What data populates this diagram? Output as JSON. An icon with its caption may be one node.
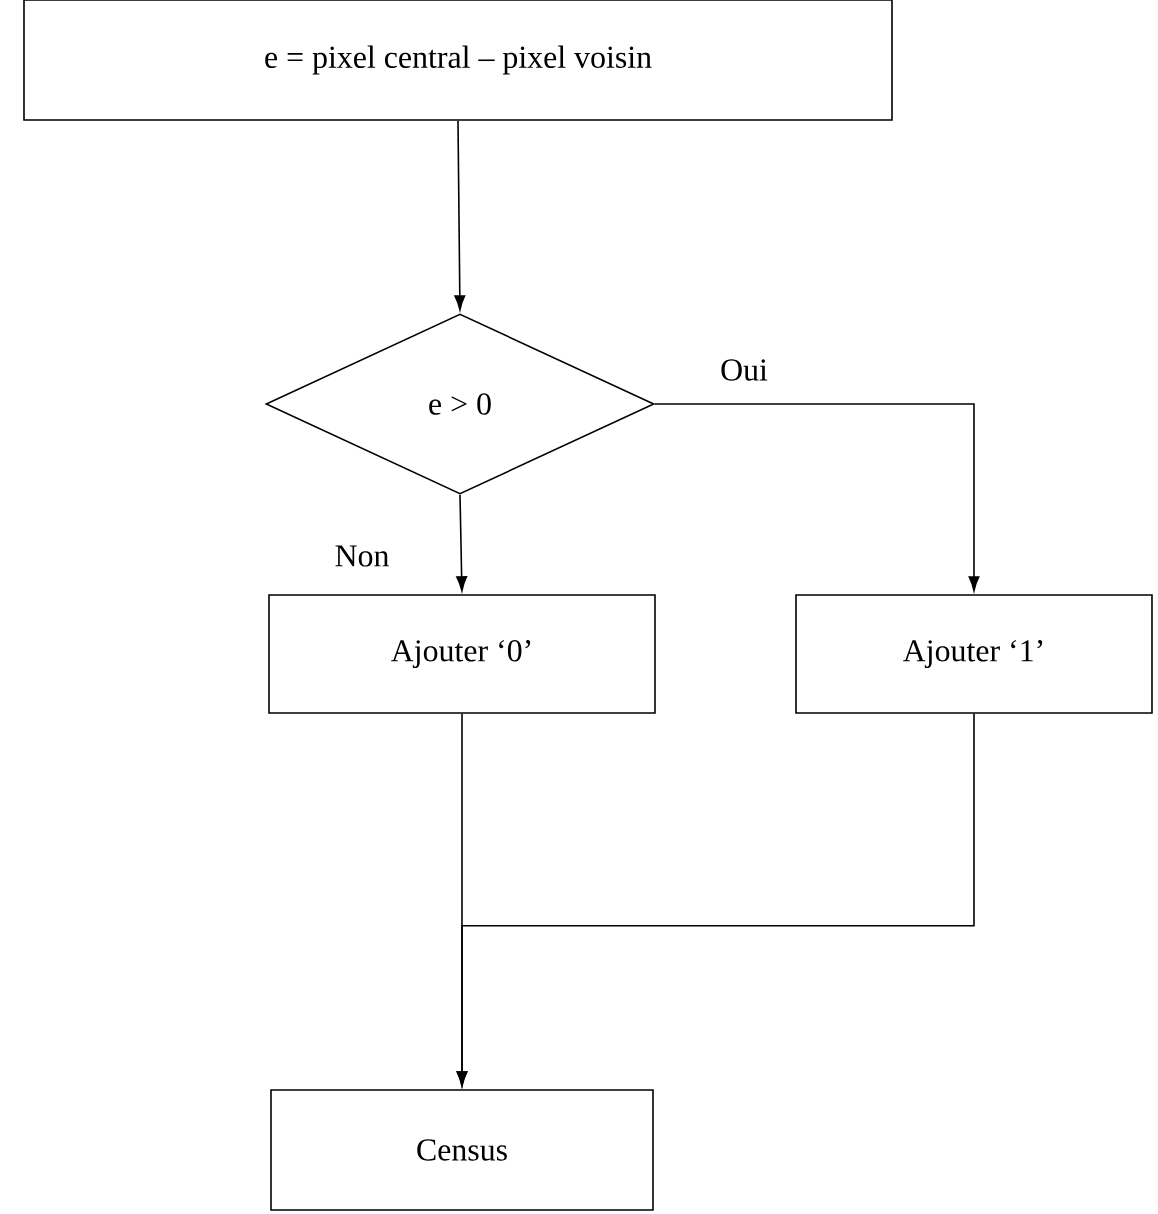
{
  "diagram": {
    "nodes": [
      {
        "text": [
          "e = pixel central – pixel voisin"
        ]
      },
      {
        "text": [
          "e > 0"
        ]
      },
      {
        "text": [
          "Ajouter ‘0’"
        ]
      },
      {
        "text": [
          "Ajouter ‘1’"
        ]
      },
      {
        "text": [
          "Census"
        ]
      }
    ],
    "edges": [
      {
        "from": 0,
        "to": 1,
        "arrow": "to"
      },
      {
        "from": 1,
        "to": 2,
        "arrow": "to",
        "label": "Non"
      },
      {
        "from": 1,
        "to": 3,
        "arrow": "to",
        "label": "Oui"
      },
      {
        "from": 2,
        "to": 4,
        "arrow": "to"
      },
      {
        "from": 3,
        "to": 4,
        "arrow": "to"
      }
    ]
  }
}
